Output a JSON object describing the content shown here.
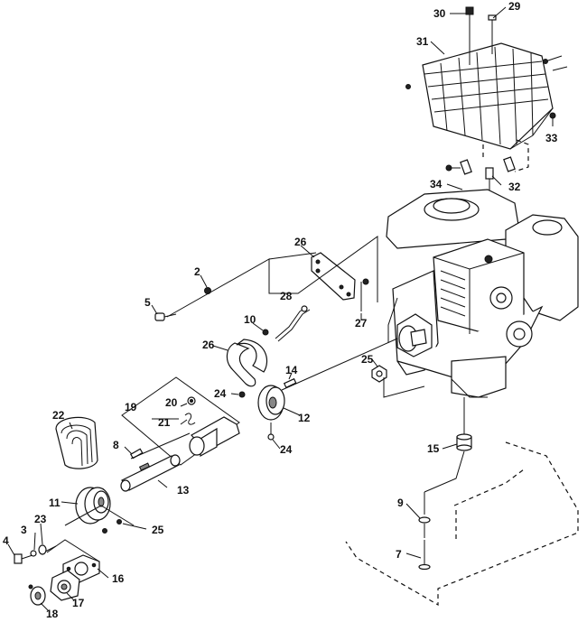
{
  "diagram": {
    "callouts": [
      "2",
      "3",
      "4",
      "5",
      "7",
      "8",
      "9",
      "10",
      "11",
      "12",
      "13",
      "14",
      "15",
      "16",
      "17",
      "18",
      "19",
      "20",
      "21",
      "22",
      "23",
      "24",
      "24",
      "25",
      "25",
      "26",
      "26",
      "27",
      "28",
      "29",
      "30",
      "31",
      "32",
      "33",
      "34"
    ]
  }
}
